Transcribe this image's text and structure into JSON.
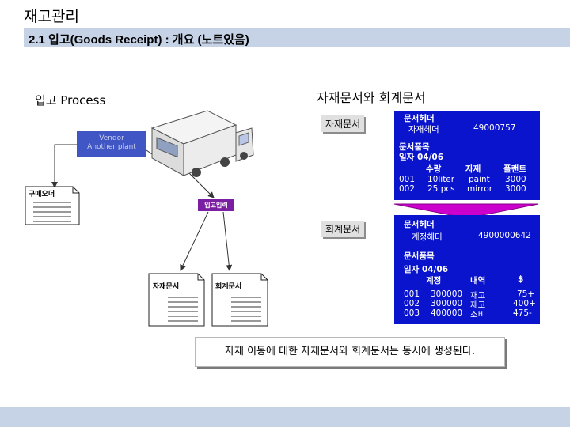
{
  "header": {
    "title": "재고관리",
    "subtitle": "2.1 입고(Goods Receipt) : 개요 (노트있음)"
  },
  "process": {
    "title": "입고 Process",
    "vendor": [
      "Vendor",
      "Another plant"
    ],
    "purchase_order": "구매오더",
    "goods_receipt": "입고입력",
    "material_doc": "자재문서",
    "accounting_doc": "회계문서"
  },
  "documents": {
    "title": "자재문서와 회계문서",
    "material": {
      "label": "자재문서",
      "header_title": "문서헤더",
      "header_label": "자재헤더",
      "number": "49000757",
      "items_title": "문서품목",
      "date": "일자  04/06",
      "columns": [
        "수량",
        "자재",
        "플랜트"
      ],
      "rows": [
        {
          "no": "001",
          "qty": "10liter",
          "material": "paint",
          "plant": "3000"
        },
        {
          "no": "002",
          "qty": "25 pcs",
          "material": "mirror",
          "plant": "3000"
        }
      ]
    },
    "accounting": {
      "label": "회계문서",
      "header_title": "문서헤더",
      "header_label": "계정헤더",
      "number": "4900000642",
      "items_title": "문서품목",
      "date": "일자  04/06",
      "columns": [
        "계정",
        "내역",
        "$"
      ],
      "rows": [
        {
          "no": "001",
          "account": "300000",
          "desc": "재고",
          "amount": "75+"
        },
        {
          "no": "002",
          "account": "300000",
          "desc": "재고",
          "amount": "400+"
        },
        {
          "no": "003",
          "account": "400000",
          "desc": "소비",
          "amount": "475-"
        }
      ]
    },
    "note": "자재 이동에 대한 자재문서와 회계문서는 동시에 생성된다."
  },
  "colors": {
    "header_band": "#c6d3e6",
    "doc_blue": "#0a14cc",
    "vendor_blue": "#4056c4",
    "goods_receipt_purple": "#7b1fa2",
    "arrow_magenta": "#cc00cc"
  }
}
